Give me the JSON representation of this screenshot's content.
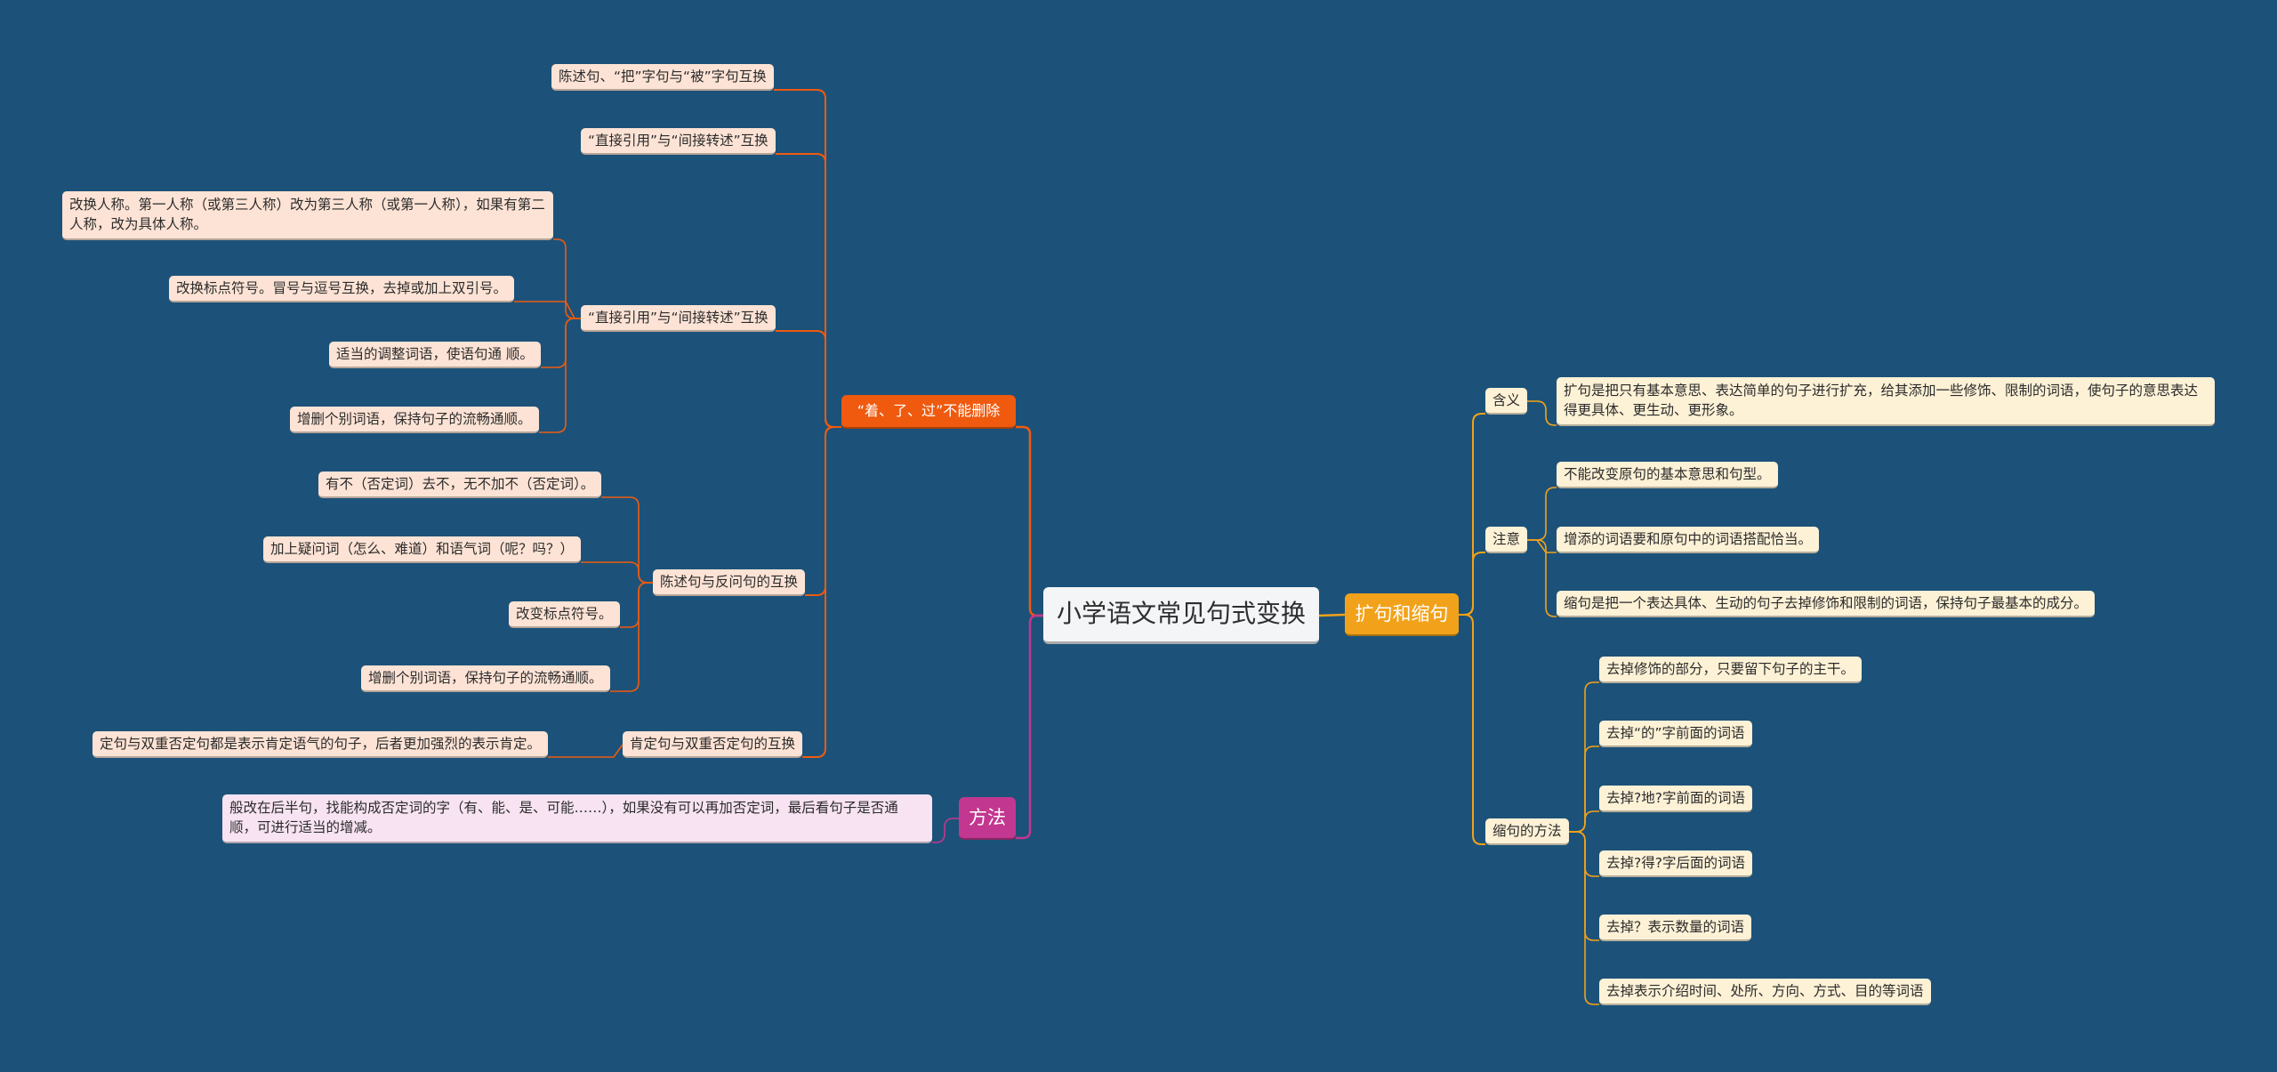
{
  "center": "小学语文常见句式变换",
  "left": {
    "topic1": {
      "label": "“着、了、过”不能删除",
      "n1": "陈述句、“把”字句与“被”字句互换",
      "n2": "“直接引用”与“间接转述”互换",
      "n3": {
        "label": "“直接引用”与“间接转述”互换",
        "c1": "改换人称。第一人称（或第三人称）改为第三人称（或第一人称），如果有第二人称，改为具体人称。",
        "c2": "改换标点符号。冒号与逗号互换，去掉或加上双引号。",
        "c3": "适当的调整词语，使语句通 顺。",
        "c4": "增删个别词语，保持句子的流畅通顺。"
      },
      "n4": {
        "label": "陈述句与反问句的互换",
        "c1": "有不（否定词）去不，无不加不（否定词）。",
        "c2": "加上疑问词（怎么、难道）和语气词（呢？吗？）",
        "c3": "改变标点符号。",
        "c4": "增删个别词语，保持句子的流畅通顺。"
      },
      "n5": {
        "label": "肯定句与双重否定句的互换",
        "c1": "定句与双重否定句都是表示肯定语气的句子，后者更加强烈的表示肯定。"
      }
    },
    "topic2": {
      "label": "方法",
      "c1": "般改在后半句，找能构成否定词的字（有、能、是、可能……），如果没有可以再加否定词，最后看句子是否通顺，可进行适当的增减。"
    }
  },
  "right": {
    "topic": "扩句和缩句",
    "meaning": {
      "label": "含义",
      "c1": "扩句是把只有基本意思、表达简单的句子进行扩充，给其添加一些修饰、限制的词语，使句子的意思表达得更具体、更生动、更形象。"
    },
    "attention": {
      "label": "注意",
      "c1": "不能改变原句的基本意思和句型。",
      "c2": "增添的词语要和原句中的词语搭配恰当。",
      "c3": "缩句是把一个表达具体、生动的句子去掉修饰和限制的词语，保持句子最基本的成分。"
    },
    "method": {
      "label": "缩句的方法",
      "c1": "去掉修饰的部分，只要留下句子的主干。",
      "c2": "去掉“的”字前面的词语",
      "c3": "去掉?地?字前面的词语",
      "c4": "去掉?得?字后面的词语",
      "c5": "去掉？表示数量的词语",
      "c6": "去掉表示介绍时间、处所、方向、方式、目的等词语"
    }
  },
  "colors": {
    "background": "#1c5279",
    "left_branch": "#ef5a0f",
    "left_method_branch": "#c2378f",
    "right_branch": "#f2a21a",
    "peach_node": "#fde3d5",
    "cream_node": "#fdf1d6",
    "pink_node": "#f7e3f2"
  }
}
